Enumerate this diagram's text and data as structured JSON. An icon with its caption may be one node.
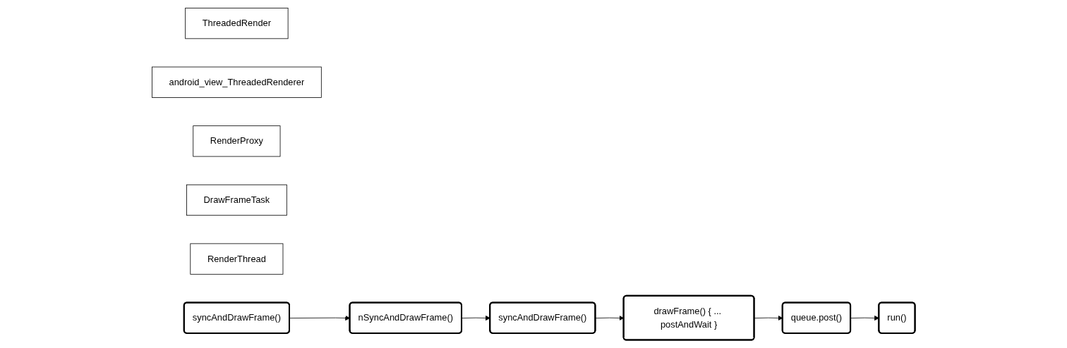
{
  "diagram": {
    "nodes": [
      {
        "text": [
          "ThreadedRender"
        ]
      },
      {
        "text": [
          "android_view_ThreadedRenderer"
        ]
      },
      {
        "text": [
          "RenderProxy"
        ]
      },
      {
        "text": [
          "DrawFrameTask"
        ]
      },
      {
        "text": [
          "RenderThread"
        ]
      },
      {
        "text": [
          "syncAndDrawFrame()"
        ]
      },
      {
        "text": [
          "nSyncAndDrawFrame()"
        ]
      },
      {
        "text": [
          "syncAndDrawFrame()"
        ]
      },
      {
        "text": [
          "drawFrame() { ... postAndWait }"
        ]
      },
      {
        "text": [
          "queue.post()"
        ]
      },
      {
        "text": [
          "run()"
        ]
      }
    ],
    "edges": [
      {
        "from": 5,
        "to": 6,
        "arrow": "to"
      },
      {
        "from": 6,
        "to": 7,
        "arrow": "to"
      },
      {
        "from": 7,
        "to": 8,
        "arrow": "to"
      },
      {
        "from": 8,
        "to": 9,
        "arrow": "to"
      },
      {
        "from": 9,
        "to": 10,
        "arrow": "to"
      }
    ]
  }
}
